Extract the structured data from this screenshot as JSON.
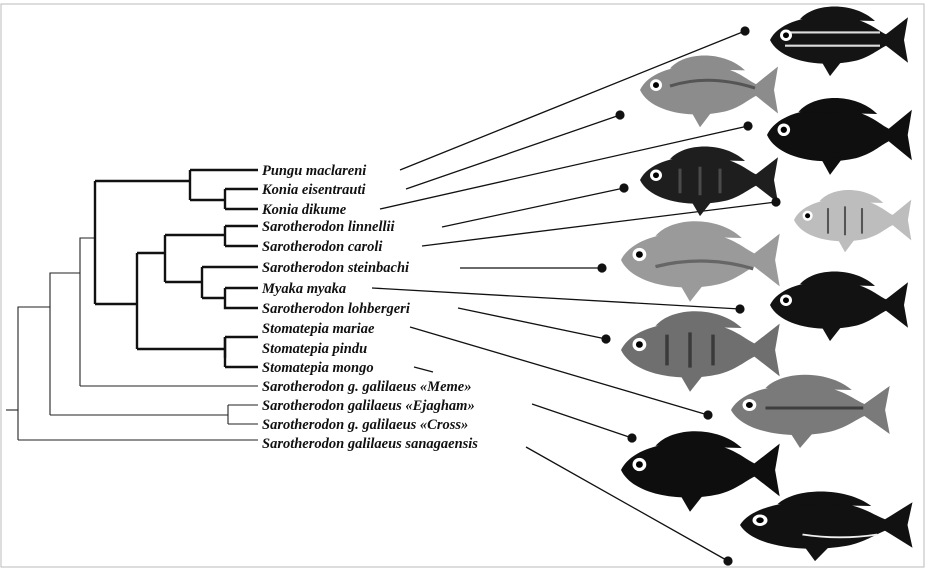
{
  "taxa": [
    "Pungu maclareni",
    "Konia eisentrauti",
    "Konia dikume",
    "Sarotherodon linnellii",
    "Sarotherodon caroli",
    "Sarotherodon steinbachi",
    "Myaka myaka",
    "Sarotherodon lohbergeri",
    "Stomatepia mariae",
    "Stomatepia pindu",
    "Stomatepia mongo",
    "Sarotherodon g. galilaeus «Meme»",
    "Sarotherodon galilaeus «Ejagham»",
    "Sarotherodon g. galilaeus «Cross»",
    "Sarotherodon galilaeus sanagaensis"
  ],
  "fish_icons": [
    "fish-icon",
    "fish-icon",
    "fish-icon",
    "fish-icon",
    "fish-icon",
    "fish-icon",
    "fish-icon",
    "fish-icon",
    "fish-icon",
    "fish-icon",
    "fish-icon",
    "fish-icon",
    "fish-icon"
  ]
}
